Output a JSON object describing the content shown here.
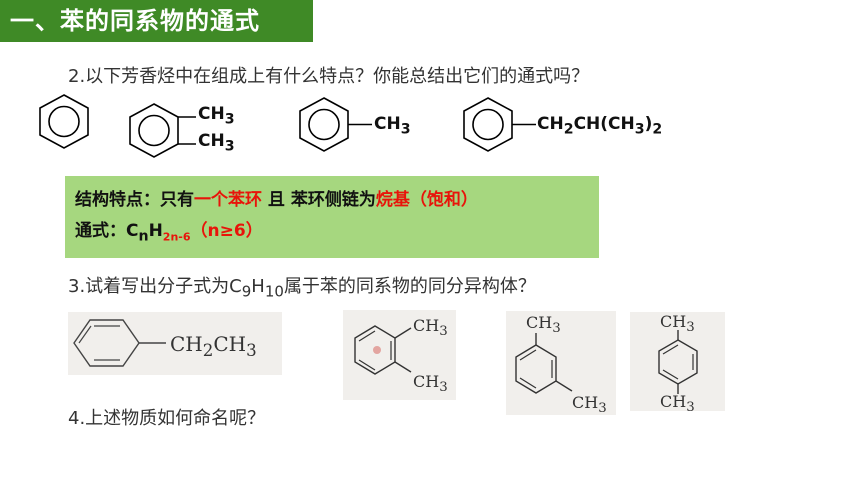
{
  "title": "一、苯的同系物的通式",
  "question2": "2.以下芳香烃中在组成上有什么特点？你能总结出它们的通式吗？",
  "compounds": {
    "c2_top": "CH",
    "c2_top_sub": "3",
    "c2_bottom": "CH",
    "c2_bottom_sub": "3",
    "c3": "CH",
    "c3_sub": "3",
    "c4_a": "CH",
    "c4_a_sub": "2",
    "c4_b": "CH(CH",
    "c4_b_sub": "3",
    "c4_c": ")",
    "c4_c_sub": "2"
  },
  "summary": {
    "label1": "结构特点：只有",
    "red1": "一个苯环",
    "mid1": " 且 苯环侧链为",
    "red2": "烷基（饱和）",
    "label2": "通式：C",
    "n": "n",
    "h": "H",
    "h_sub": "2n-6",
    "cond": "（n≥6）"
  },
  "question3": {
    "pre": "3.试着写出分子式为C",
    "sub1": "9",
    "mid": "H",
    "sub2": "10",
    "post": "属于苯的同系物的同分异构体？"
  },
  "isomers": {
    "ethyl": "CH",
    "ethyl_sub1": "2",
    "ethyl_mid": "CH",
    "ethyl_sub2": "3",
    "ch3": "CH",
    "ch3_sub": "3"
  },
  "question4": "4.上述物质如何命名呢？"
}
